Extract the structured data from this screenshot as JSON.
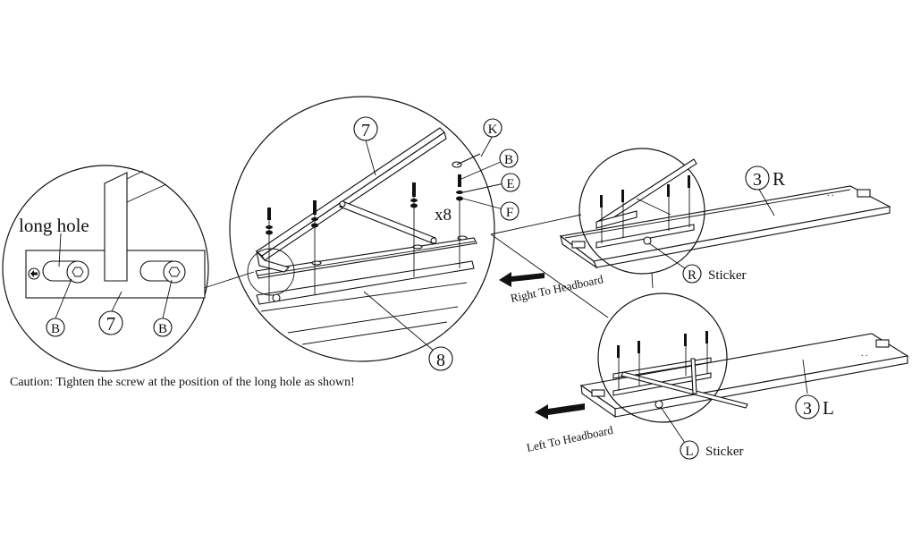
{
  "detail_left": {
    "long_hole_label": "long hole",
    "callouts": [
      "B",
      "7",
      "B"
    ]
  },
  "detail_center": {
    "callout_part": "7",
    "callout_rail": "8",
    "quantity": "x8",
    "hardware": [
      "K",
      "B",
      "E",
      "F"
    ]
  },
  "rail_right": {
    "part_number": "3",
    "side": "R",
    "sticker_letter": "R",
    "sticker_label": "Sticker",
    "direction_text": "Right To Headboard"
  },
  "rail_left": {
    "part_number": "3",
    "side": "L",
    "sticker_letter": "L",
    "sticker_label": "Sticker",
    "direction_text": "Left To Headboard"
  },
  "caution": "Caution: Tighten the screw at the position of the long hole as shown!",
  "colors": {
    "ink": "#111111",
    "paper": "#ffffff"
  }
}
